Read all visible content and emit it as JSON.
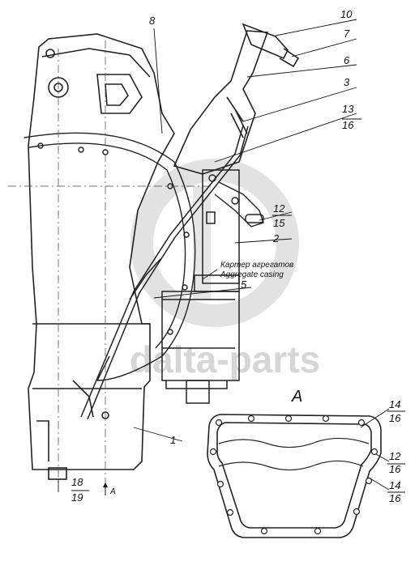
{
  "diagram": {
    "callouts": [
      "10",
      "7",
      "8",
      "6",
      "3",
      "13",
      "16",
      "12",
      "15",
      "2",
      "5",
      "1",
      "18",
      "19",
      "14",
      "16",
      "12",
      "16",
      "14",
      "16"
    ],
    "captions": {
      "ru": "Картер агрегатов",
      "en": "Aggregate casing"
    },
    "view_label": "A",
    "view_arrow_label": "A",
    "watermark": "dalta-parts"
  }
}
